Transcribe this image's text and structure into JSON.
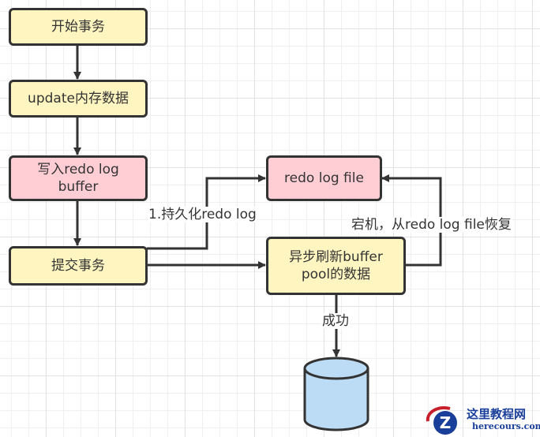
{
  "nodes": {
    "start_tx": "开始事务",
    "update_mem": "update内存数据",
    "write_redo_buffer": "写入redo log buffer",
    "commit_tx": "提交事务",
    "redo_log_file": "redo log file",
    "async_flush": "异步刷新buffer pool的数据",
    "database": ""
  },
  "edge_labels": {
    "persist_redo": "1.持久化redo log",
    "crash_recover": "宕机，从redo log file恢复",
    "success": "成功"
  },
  "colors": {
    "process_fill": "#fff5c0",
    "log_fill": "#ffced4",
    "db_fill": "#bcdcf6",
    "stroke": "#333333"
  },
  "watermark": {
    "title": "这里教程网",
    "domain": "herecours.com",
    "icon": "z-logo-icon"
  }
}
